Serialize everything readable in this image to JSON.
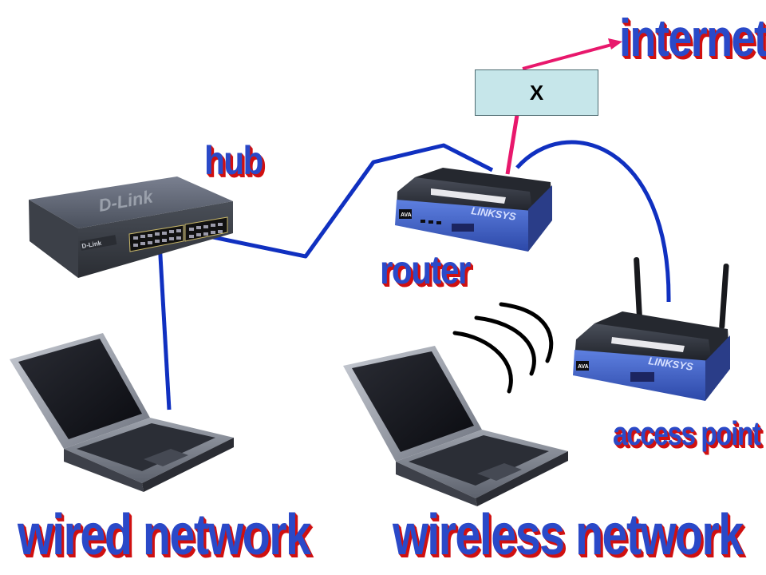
{
  "labels": {
    "internet": "internet",
    "hub": "hub",
    "router": "router",
    "access_point": "access point",
    "wired_network": "wired network",
    "wireless_network": "wireless network"
  },
  "box": {
    "text": "X",
    "fill": "#c6e6ea"
  },
  "devices": {
    "hub_brand": "D-Link",
    "router_brand": "LINKSYS",
    "access_point_brand": "LINKSYS"
  },
  "colors": {
    "cable": "#1030c0",
    "internet_link": "#e8186c",
    "label_fill": "#2a49c8",
    "label_shadow": "#d01010",
    "device_blue": "#3b5cc4"
  }
}
